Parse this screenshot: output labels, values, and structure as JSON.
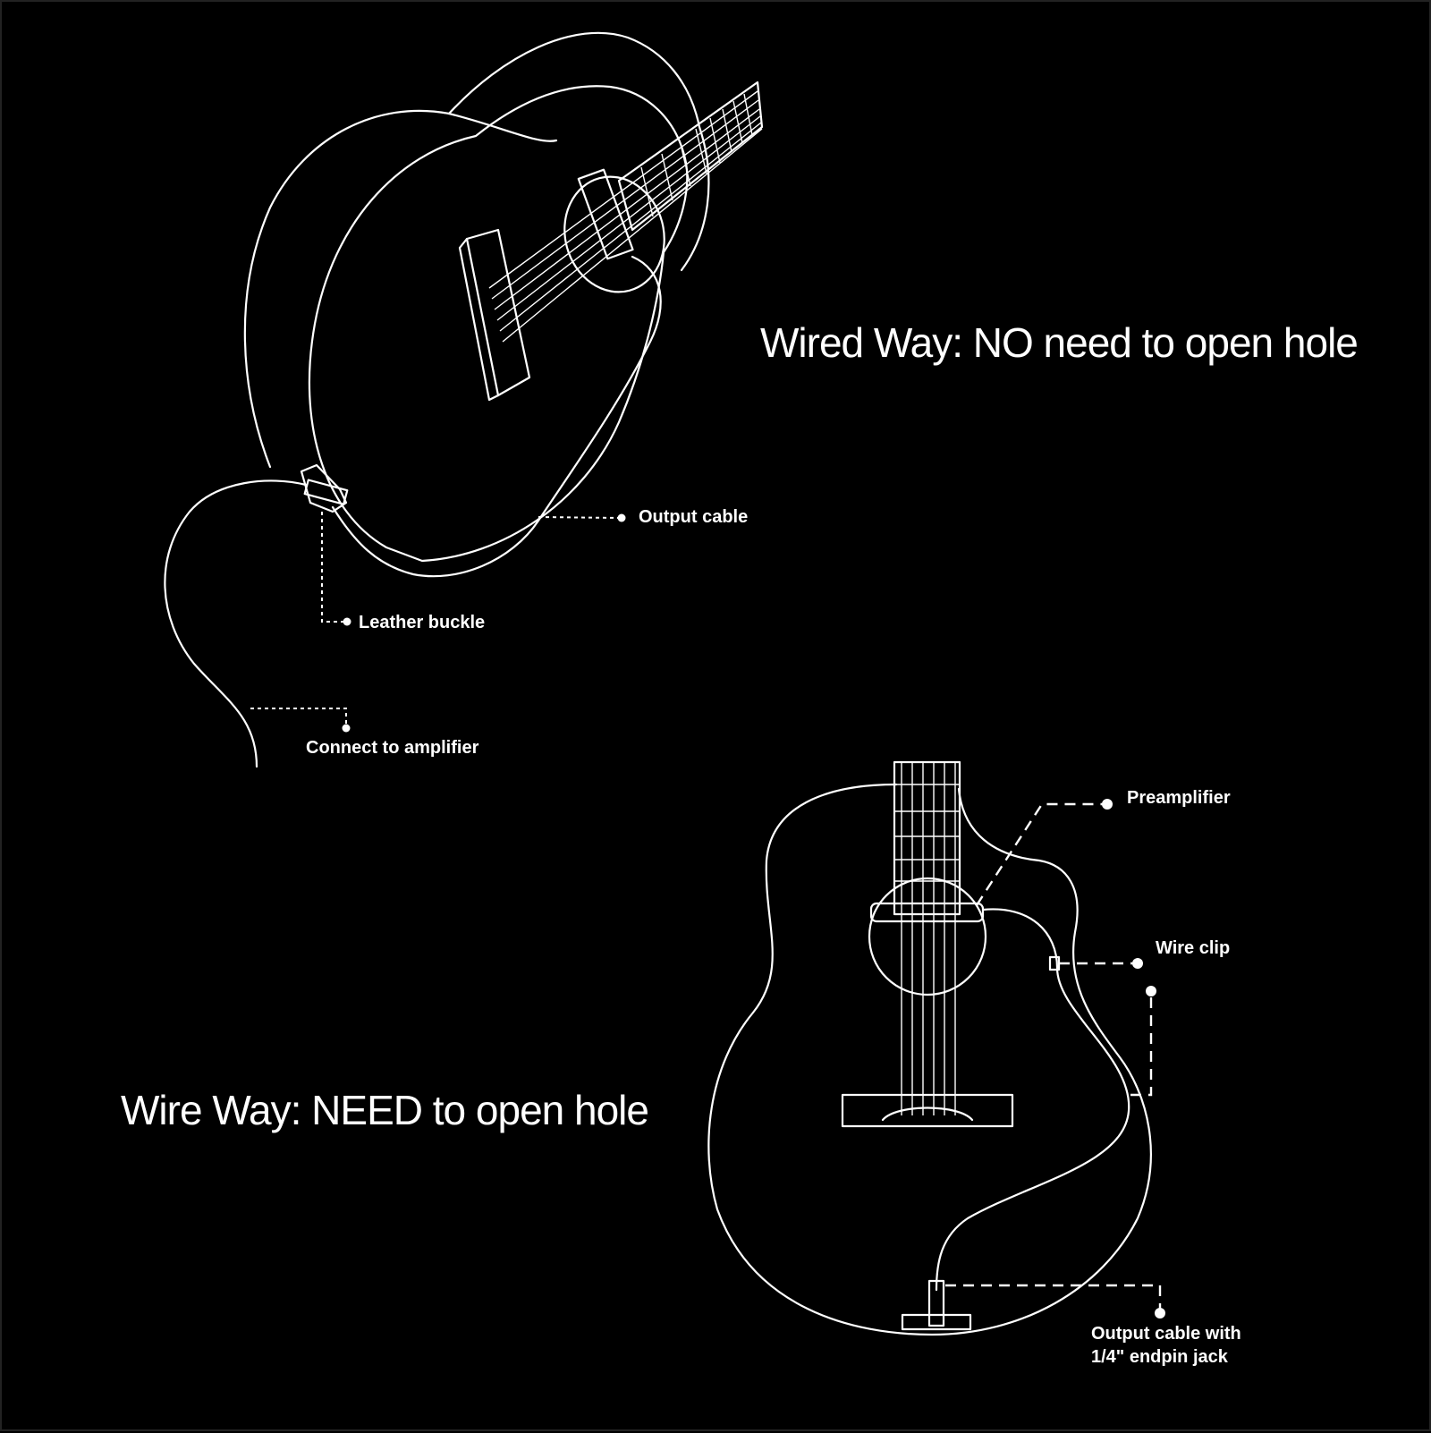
{
  "headings": {
    "wired": "Wired Way: NO need to open hole",
    "wire": "Wire Way: NEED to open hole"
  },
  "top_guitar": {
    "callouts": {
      "output_cable": "Output cable",
      "leather_buckle": "Leather buckle",
      "connect_amp": "Connect to amplifier"
    }
  },
  "bottom_guitar": {
    "callouts": {
      "preamplifier": "Preamplifier",
      "wire_clip": "Wire clip",
      "output_line1": "Output cable with",
      "output_line2": "1/4\"   endpin jack"
    }
  },
  "colors": {
    "background": "#000000",
    "stroke": "#ffffff"
  }
}
